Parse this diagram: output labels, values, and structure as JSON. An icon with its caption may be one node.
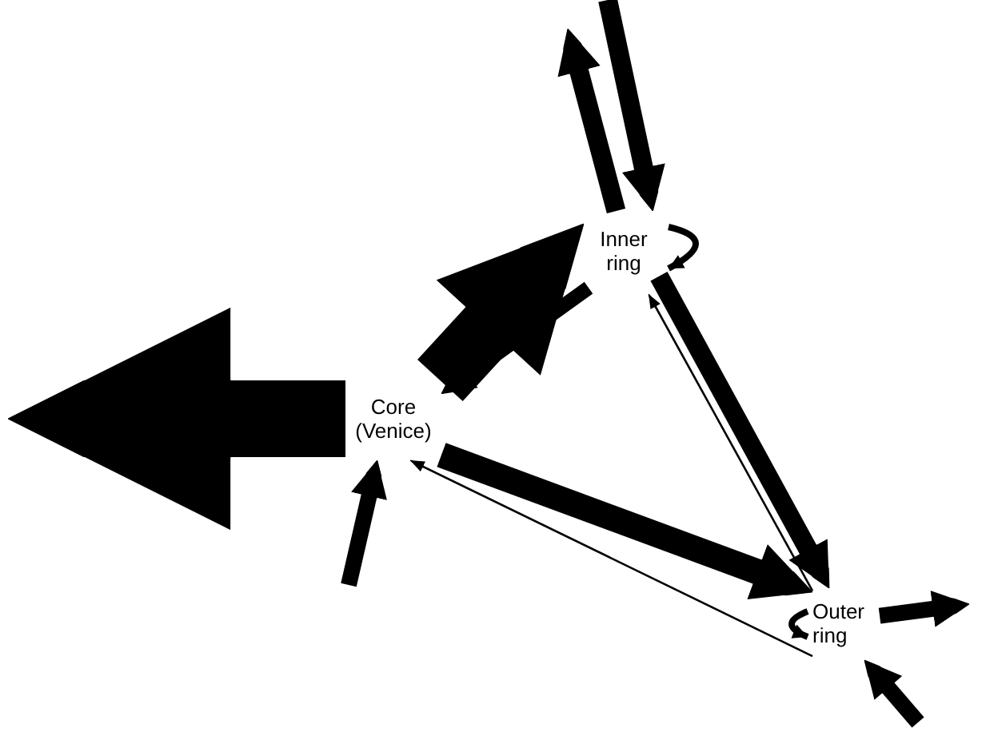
{
  "diagram": {
    "nodes": [
      {
        "text": [
          "Inner ring"
        ]
      },
      {
        "text": [
          "Core (Venice)"
        ]
      },
      {
        "text": [
          "Outer ring"
        ]
      }
    ],
    "edges": [
      {
        "from": 0,
        "to": 1,
        "arrow": "to"
      },
      {
        "from": 1,
        "to": 0,
        "arrow": "to",
        "style": "thick"
      },
      {
        "from": 1,
        "to": 2,
        "arrow": "to"
      },
      {
        "from": 2,
        "to": 1,
        "arrow": "to"
      },
      {
        "from": 0,
        "to": 2,
        "arrow": "to"
      },
      {
        "from": 2,
        "to": 0,
        "arrow": "to"
      },
      {
        "from": 0,
        "to": null,
        "arrow": "to"
      },
      {
        "from": null,
        "to": 0,
        "arrow": "to"
      },
      {
        "from": 1,
        "to": null,
        "arrow": "to",
        "style": "thick"
      },
      {
        "from": null,
        "to": 1,
        "arrow": "to"
      },
      {
        "from": 2,
        "to": null,
        "arrow": "to"
      },
      {
        "from": null,
        "to": 2,
        "arrow": "to"
      },
      {
        "from": 0,
        "to": 0,
        "arrow": "to"
      },
      {
        "from": 2,
        "to": 2,
        "arrow": "to"
      }
    ]
  }
}
